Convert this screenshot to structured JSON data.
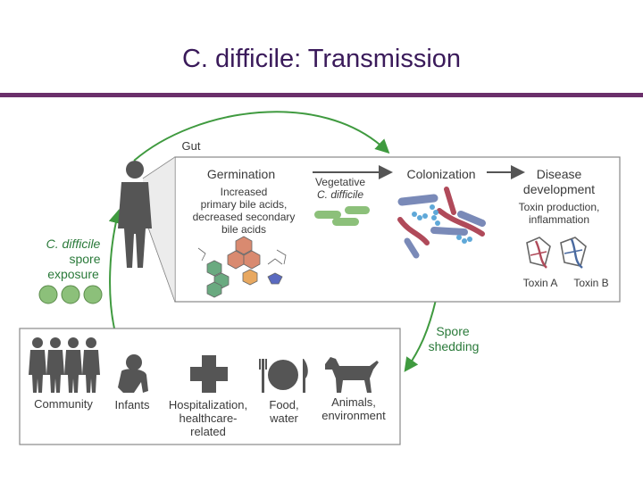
{
  "slide": {
    "title": "C. difficile: Transmission"
  },
  "diagram": {
    "gut_label": "Gut",
    "stages": {
      "germination": "Germination",
      "vegetative_line1": "Vegetative",
      "vegetative_line2": "C. difficile",
      "colonization": "Colonization",
      "disease_line1": "Disease",
      "disease_line2": "development"
    },
    "germination_detail": [
      "Increased",
      "primary bile acids,",
      "decreased secondary",
      "bile acids"
    ],
    "toxin_detail": [
      "Toxin production,",
      "inflammation"
    ],
    "toxin_a": "Toxin A",
    "toxin_b": "Toxin B",
    "exposure": [
      "C. difficile",
      "spore",
      "exposure"
    ],
    "shedding": [
      "Spore",
      "shedding"
    ],
    "sources": {
      "community": "Community",
      "infants": "Infants",
      "hospital": [
        "Hospitalization,",
        "healthcare-",
        "related"
      ],
      "food": [
        "Food,",
        "water"
      ],
      "animals": [
        "Animals,",
        "environment"
      ]
    },
    "colors": {
      "arrow_green": "#3f9a3f",
      "spore_green": "#8cc07a",
      "bacteria_red": "#b04a5a",
      "bacteria_blue": "#7a8ab8",
      "bead_blue": "#5fa8d8",
      "human_gray": "#555555"
    }
  }
}
